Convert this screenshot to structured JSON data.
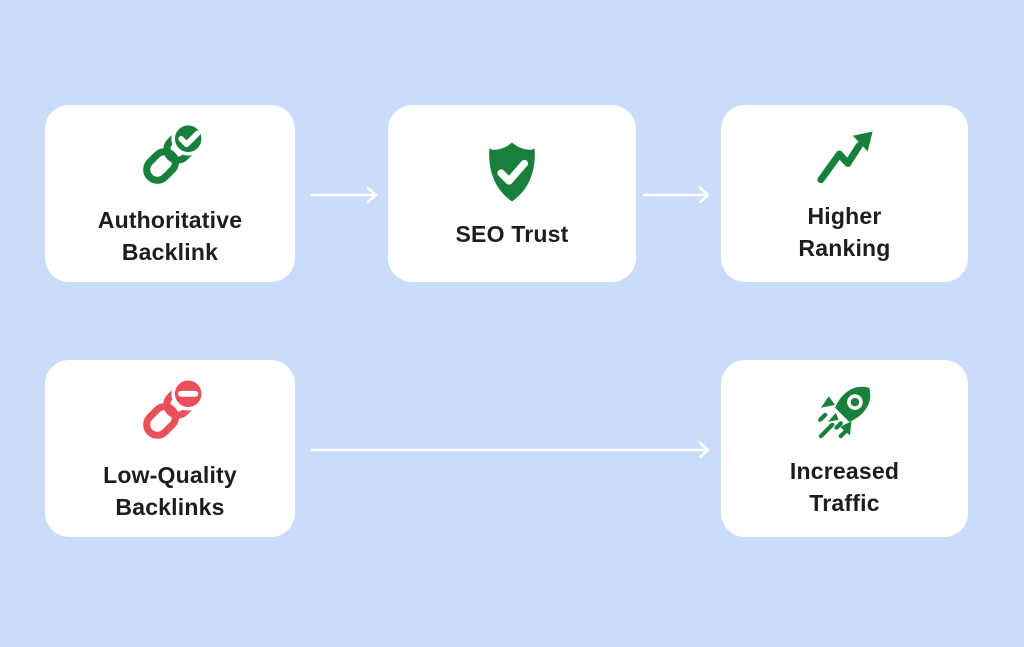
{
  "title": "Backlinks SEO flow diagram",
  "colors": {
    "background": "#c9dcfa",
    "card_background": "#ffffff",
    "text": "#1d1d1f",
    "green": "#187f3c",
    "red": "#e8505a",
    "arrow": "#ffffff"
  },
  "cards": [
    {
      "label": "Authoritative\nBacklink",
      "icon": "link-check-icon"
    },
    {
      "label": "SEO Trust",
      "icon": "shield-check-icon"
    },
    {
      "label": "Higher\nRanking",
      "icon": "trending-up-icon"
    },
    {
      "label": "Low-Quality\nBacklinks",
      "icon": "link-minus-icon"
    },
    {
      "label": "Increased\nTraffic",
      "icon": "rocket-icon"
    }
  ],
  "flows": [
    {
      "from": "Authoritative Backlink",
      "to": "SEO Trust"
    },
    {
      "from": "SEO Trust",
      "to": "Higher Ranking"
    },
    {
      "from": "Low-Quality Backlinks",
      "to": "Increased Traffic"
    }
  ]
}
